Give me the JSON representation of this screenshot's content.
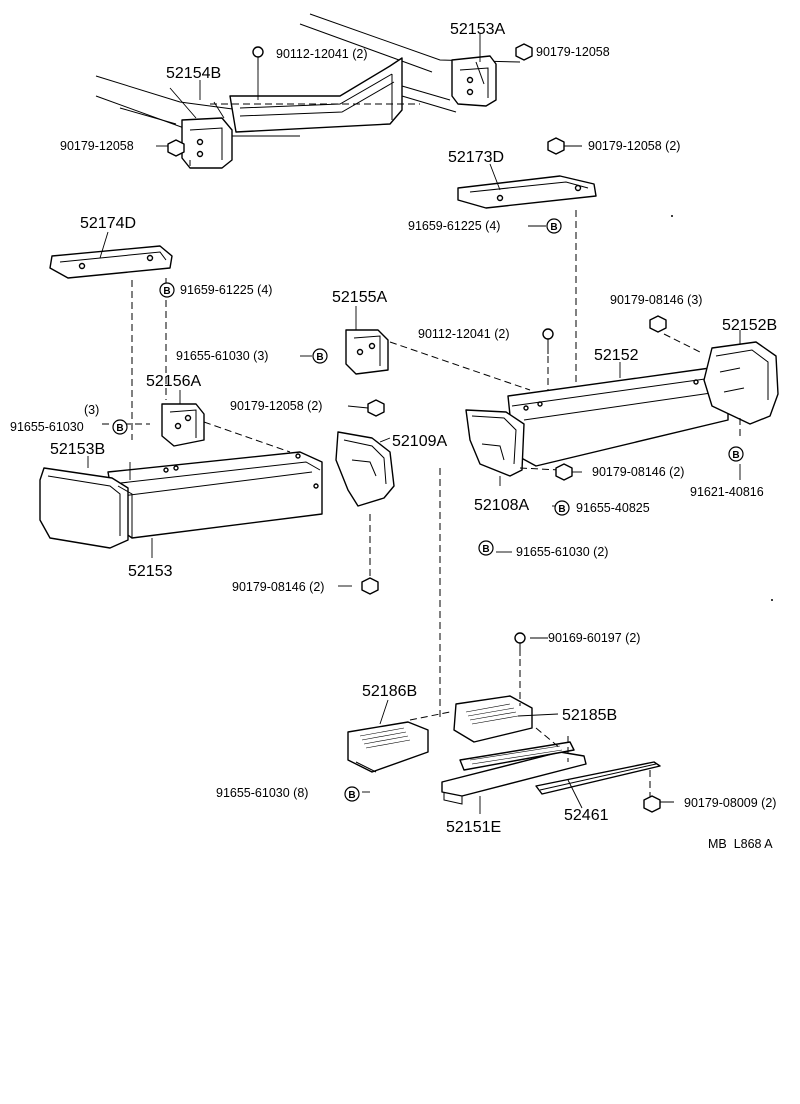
{
  "labels": {
    "p52153A": "52153A",
    "p90179_12058_top": "90179-12058",
    "p90112_12041_top": "90112-12041 (2)",
    "p52154B": "52154B",
    "p90179_12058_left": "90179-12058",
    "p52173D": "52173D",
    "p90179_12058_2_right": "90179-12058 (2)",
    "p91659_61225_4_right": "91659-61225 (4)",
    "p52174D": "52174D",
    "p91659_61225_4_left": "91659-61225 (4)",
    "p52155A": "52155A",
    "p90179_08146_3": "90179-08146 (3)",
    "p52152B": "52152B",
    "p91655_61030_3_mid": "91655-61030 (3)",
    "p90112_12041_2_mid": "90112-12041 (2)",
    "p52152": "52152",
    "p52156A": "52156A",
    "p90179_12058_2_mid": "90179-12058 (2)",
    "p3": "(3)",
    "p91655_61030_left": "91655-61030",
    "p52109A": "52109A",
    "p52153B": "52153B",
    "p90179_08146_2_right": "90179-08146 (2)",
    "p91621_40816": "91621-40816",
    "p52108A": "52108A",
    "p91655_40825": "91655-40825",
    "p52153": "52153",
    "p91655_61030_2": "91655-61030 (2)",
    "p90179_08146_2_low": "90179-08146 (2)",
    "p90169_60197_2": "90169-60197 (2)",
    "p52186B": "52186B",
    "p52185B": "52185B",
    "p91655_61030_8": "91655-61030 (8)",
    "p90179_08009_2": "90179-08009 (2)",
    "p52151E": "52151E",
    "p52461": "52461",
    "code": "MB  L868 A"
  },
  "bolt_marker": "B",
  "icons": [
    "bolt-icon",
    "nut-icon",
    "bolt-marker-icon"
  ]
}
